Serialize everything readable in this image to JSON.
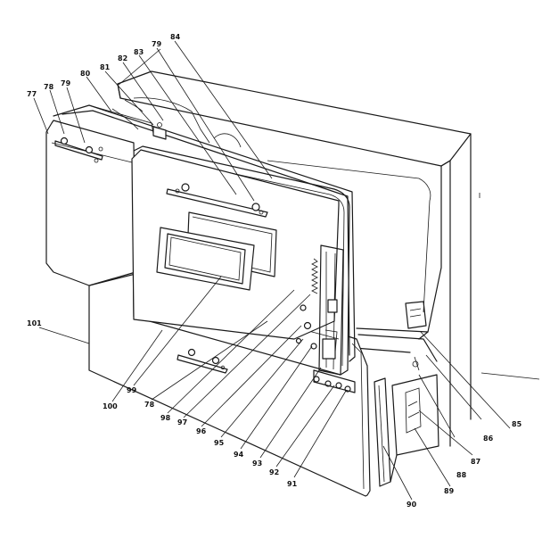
{
  "labels": {
    "l77": "77",
    "l78a": "78",
    "l79a": "79",
    "l80": "80",
    "l81": "81",
    "l82": "82",
    "l83": "83",
    "l79b": "79",
    "l84": "84",
    "l101": "101",
    "l100": "100",
    "l99": "99",
    "l78b": "78",
    "l98": "98",
    "l97": "97",
    "l96": "96",
    "l95": "95",
    "l94": "94",
    "l93": "93",
    "l92": "92",
    "l91": "91",
    "l90": "90",
    "l89": "89",
    "l88": "88",
    "l87": "87",
    "l86": "86",
    "l85": "85"
  }
}
